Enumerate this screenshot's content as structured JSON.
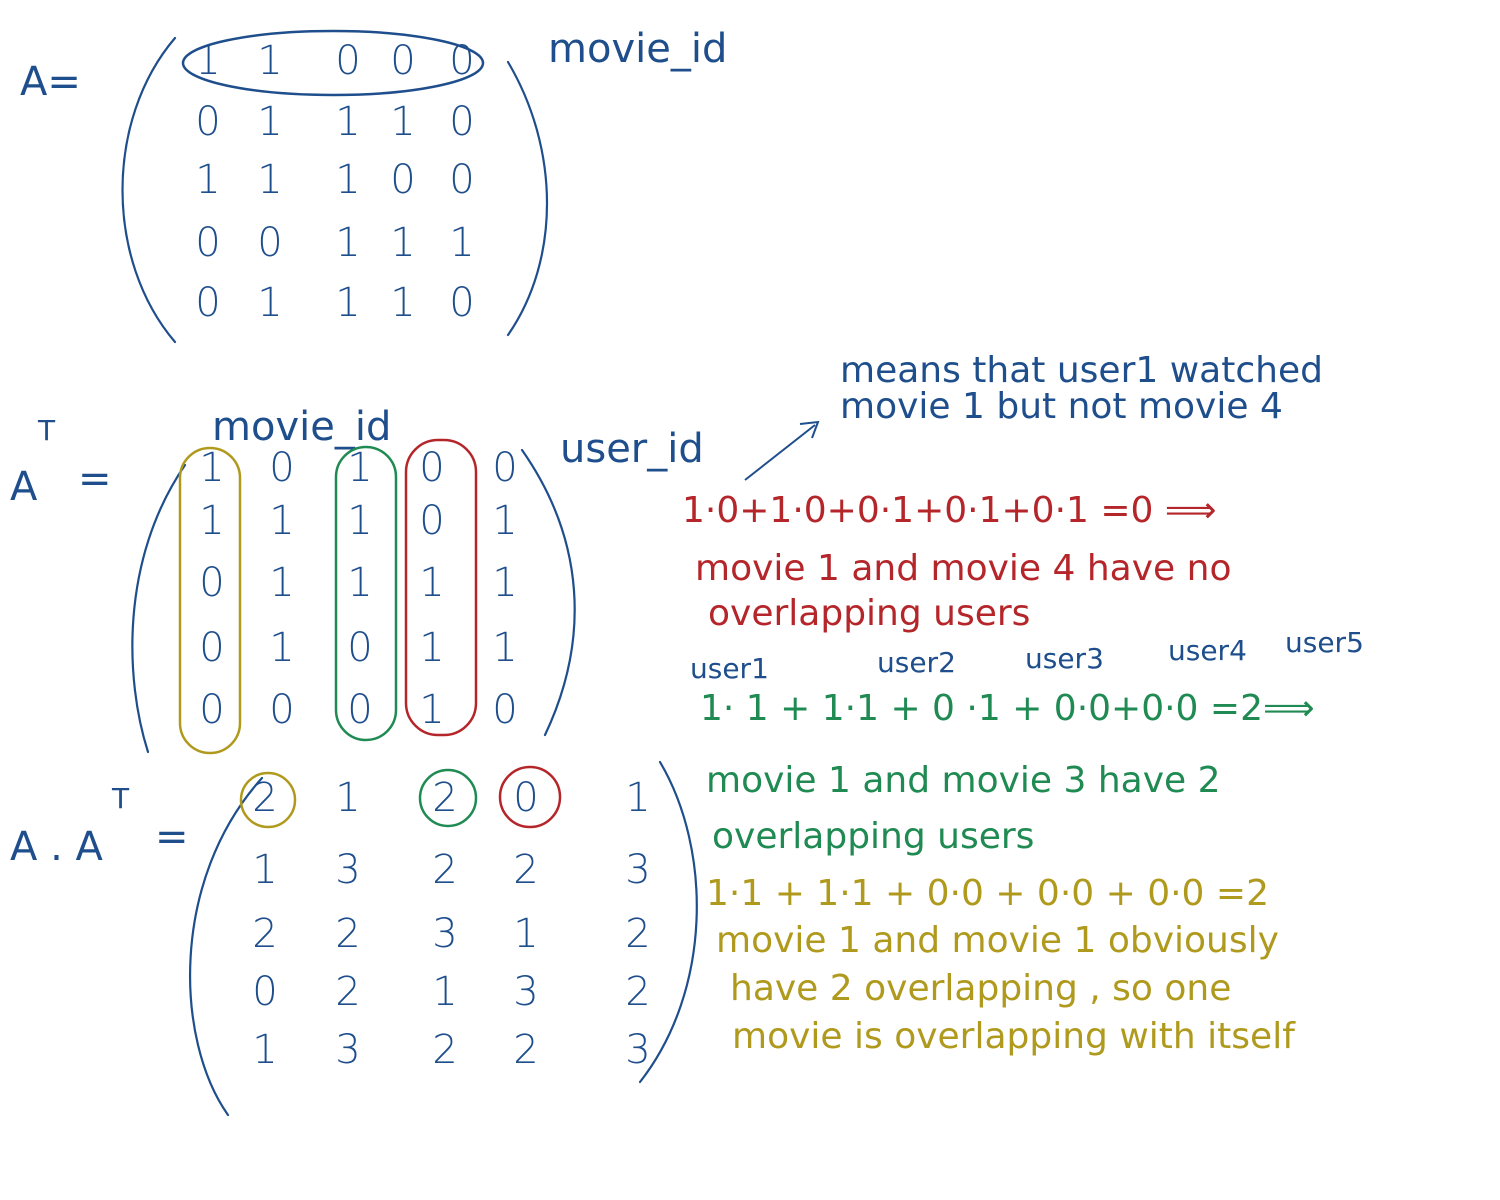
{
  "colors": {
    "blue": "#1f4e8c",
    "red": "#b5262b",
    "green": "#1f8a52",
    "olive": "#b09a1e"
  },
  "labels": {
    "A": "A=",
    "AT": "A",
    "AT_sup": "T",
    "AT_eq": "=",
    "AAT": "A . A",
    "AAT_sup": "T",
    "AAT_eq": "=",
    "movie_id_top": "movie_id",
    "movie_id_mid": "movie_id",
    "user_id": "user_id"
  },
  "matrix_A": [
    [
      "1",
      "1",
      "0",
      "0",
      "0"
    ],
    [
      "0",
      "1",
      "1",
      "1",
      "0"
    ],
    [
      "1",
      "1",
      "1",
      "0",
      "0"
    ],
    [
      "0",
      "0",
      "1",
      "1",
      "1"
    ],
    [
      "0",
      "1",
      "1",
      "1",
      "0"
    ]
  ],
  "matrix_AT": [
    [
      "1",
      "0",
      "1",
      "0",
      "0"
    ],
    [
      "1",
      "1",
      "1",
      "0",
      "1"
    ],
    [
      "0",
      "1",
      "1",
      "1",
      "1"
    ],
    [
      "0",
      "1",
      "0",
      "1",
      "1"
    ],
    [
      "0",
      "0",
      "0",
      "1",
      "0"
    ]
  ],
  "matrix_AAT": [
    [
      "2",
      "1",
      "2",
      "0",
      "1"
    ],
    [
      "1",
      "3",
      "2",
      "2",
      "3"
    ],
    [
      "2",
      "2",
      "3",
      "1",
      "2"
    ],
    [
      "0",
      "2",
      "1",
      "3",
      "2"
    ],
    [
      "1",
      "3",
      "2",
      "2",
      "3"
    ]
  ],
  "notes": {
    "blue_line1": "means that user1 watched",
    "blue_line2": "movie 1 but not movie 4",
    "red_eq": "1·0+1·0+0·1+0·1+0·1 =0 ⟹",
    "red_line1": "movie 1 and movie 4 have no",
    "red_line2": "overlapping users",
    "users": [
      "user1",
      "user2",
      "user3",
      "user4",
      "user5"
    ],
    "green_eq": "1· 1 + 1·1 + 0 ·1 + 0·0+0·0 =2⟹",
    "green_line1": "movie 1 and movie 3 have 2",
    "green_line2": "overlapping users",
    "olive_eq": "1·1 + 1·1 + 0·0 + 0·0 + 0·0 =2",
    "olive_line1": "movie 1 and movie 1 obviously",
    "olive_line2": "have 2 overlapping , so one",
    "olive_line3": "movie is overlapping with itself"
  }
}
